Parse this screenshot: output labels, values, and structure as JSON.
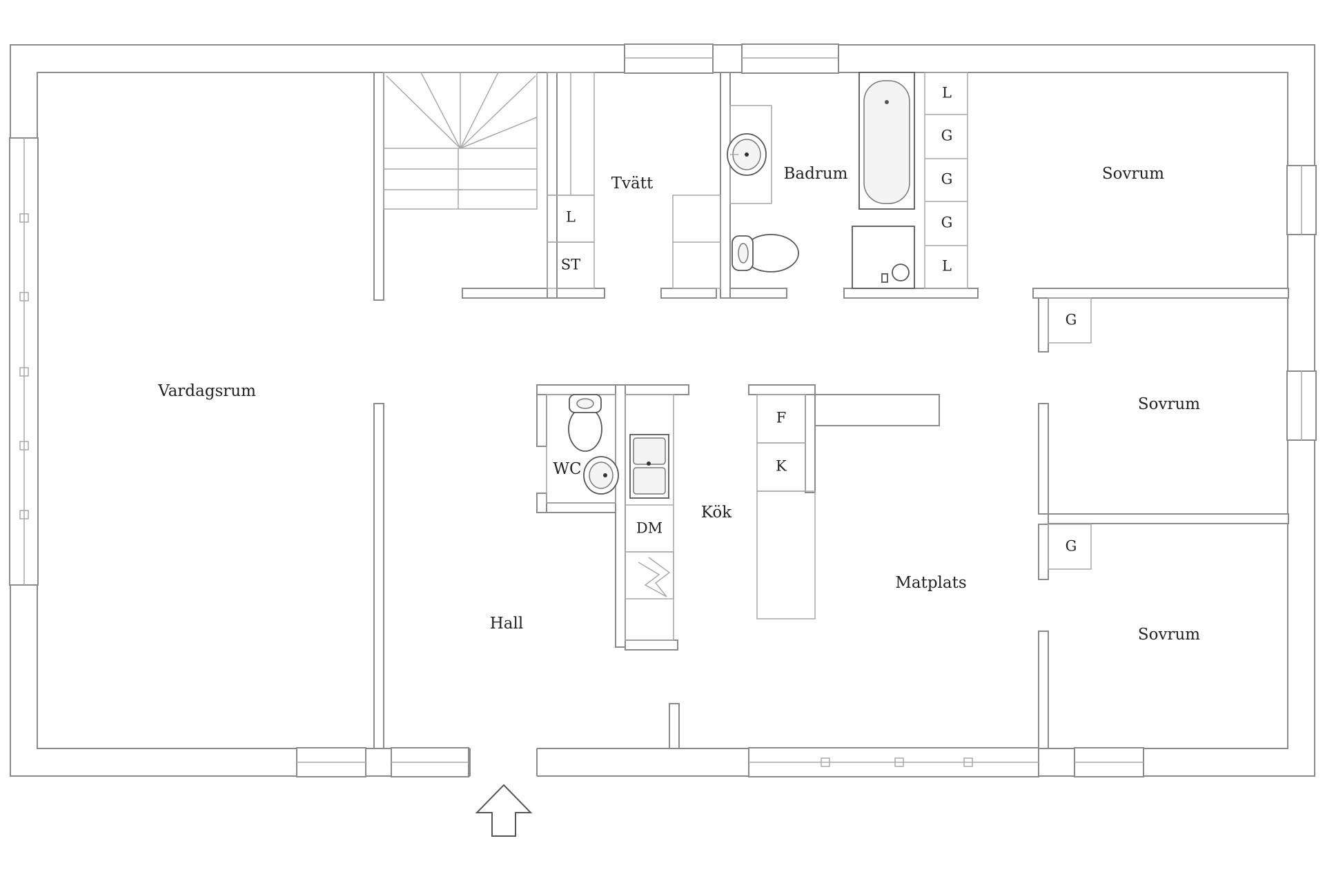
{
  "rooms": {
    "vardagsrum": "Vardagsrum",
    "tvatt": "Tvätt",
    "badrum": "Badrum",
    "sovrum_1": "Sovrum",
    "sovrum_2": "Sovrum",
    "sovrum_3": "Sovrum",
    "wc": "WC",
    "kok": "Kök",
    "hall": "Hall",
    "matplats": "Matplats"
  },
  "units": {
    "tvatt_l": "L",
    "tvatt_st": "ST",
    "bad_l1": "L",
    "bad_g1": "G",
    "bad_g2": "G",
    "bad_g3": "G",
    "bad_l2": "L",
    "sovrum2_g": "G",
    "sovrum3_g": "G",
    "kok_f": "F",
    "kok_k": "K",
    "kok_dm": "DM"
  }
}
